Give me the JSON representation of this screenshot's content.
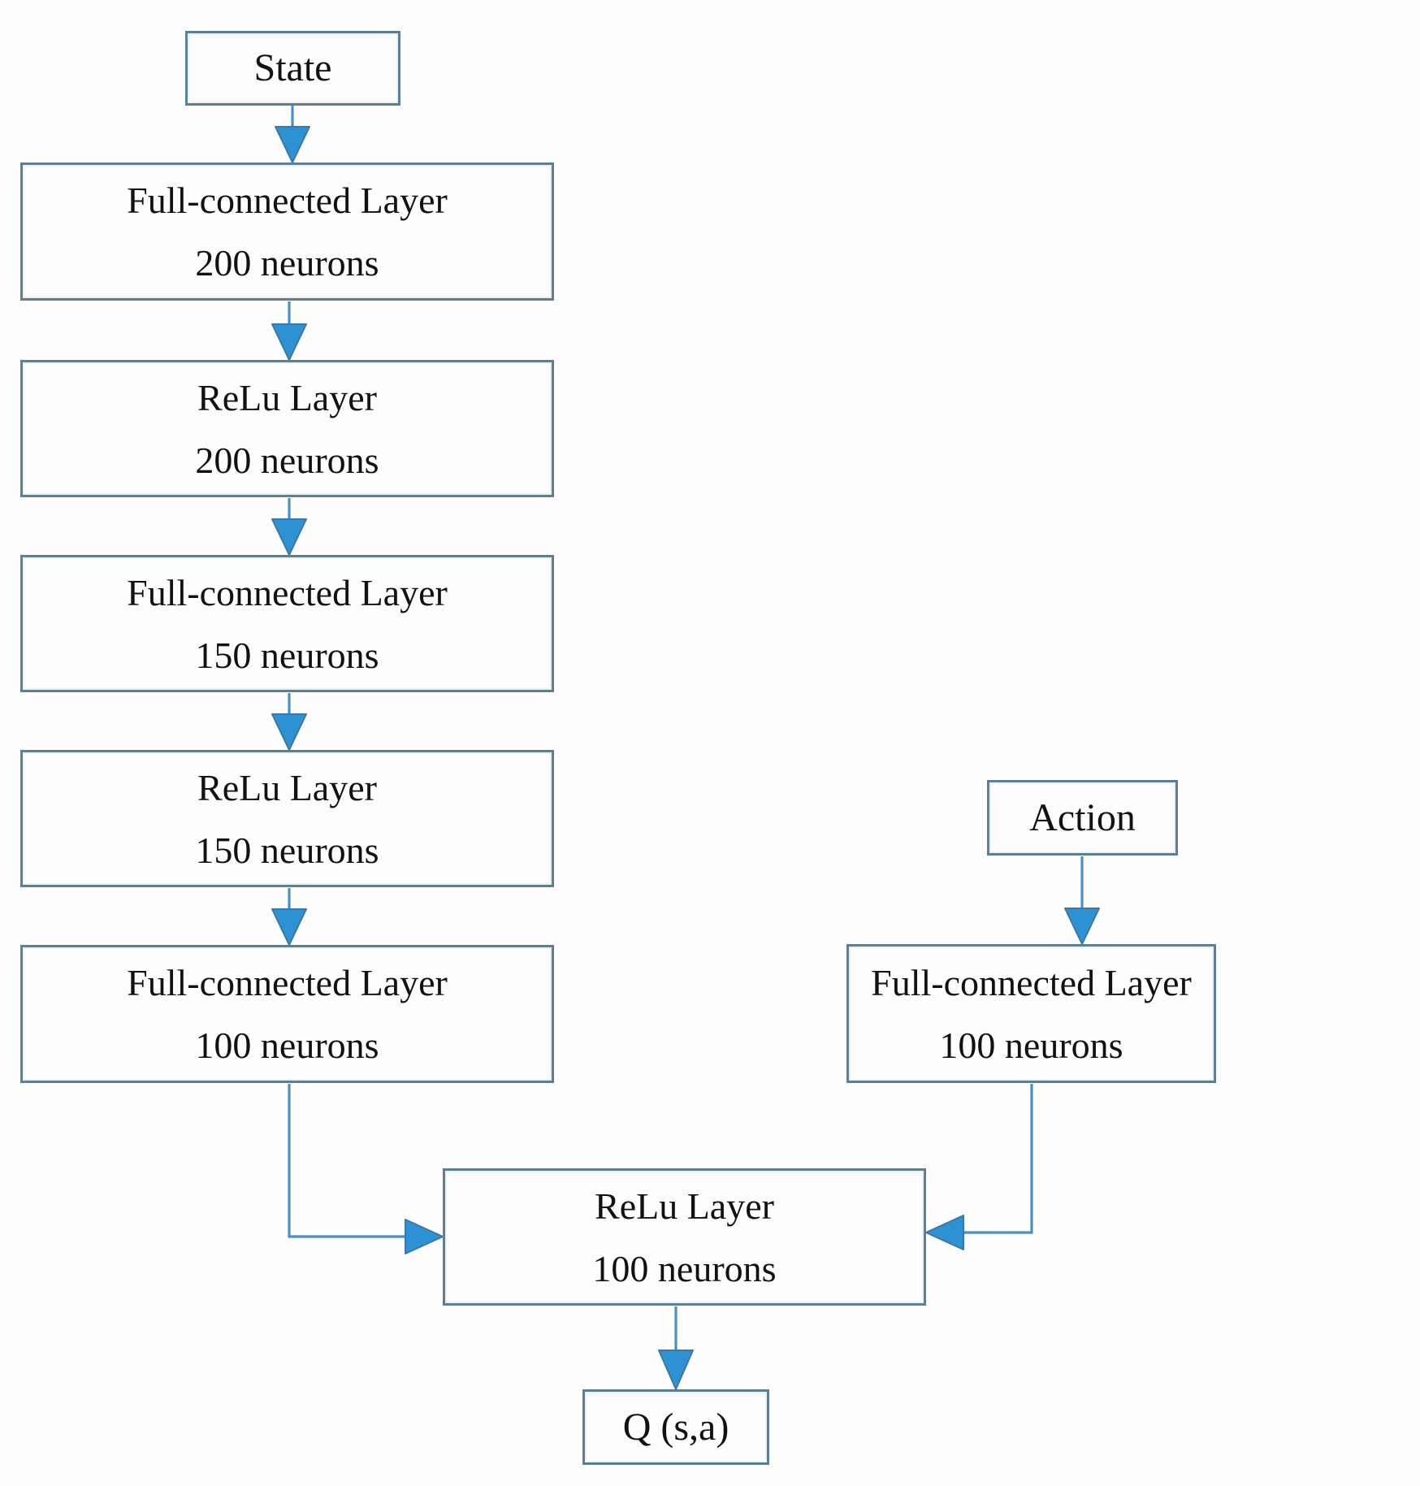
{
  "nodes": {
    "state": {
      "label": "State"
    },
    "fc200": {
      "line1": "Full-connected Layer",
      "line2": "200 neurons"
    },
    "relu200": {
      "line1": "ReLu Layer",
      "line2": "200 neurons"
    },
    "fc150": {
      "line1": "Full-connected Layer",
      "line2": "150 neurons"
    },
    "relu150": {
      "line1": "ReLu Layer",
      "line2": "150 neurons"
    },
    "fc100_left": {
      "line1": "Full-connected Layer",
      "line2": "100 neurons"
    },
    "action": {
      "label": "Action"
    },
    "fc100_right": {
      "line1": "Full-connected Layer",
      "line2": "100 neurons"
    },
    "relu100": {
      "line1": "ReLu Layer",
      "line2": "100 neurons"
    },
    "q_output": {
      "label": "Q (s,a)"
    }
  },
  "colors": {
    "box_border": "#5d7e93",
    "box_fill": "#fdfdfe",
    "box_inner_edge": "#e7f2f9",
    "arrow_stem": "#4a8fc6",
    "arrow_head_fill": "#2d92d3",
    "arrow_head_stroke": "#3e76a5",
    "text": "#111111",
    "background": "#fefefe"
  }
}
